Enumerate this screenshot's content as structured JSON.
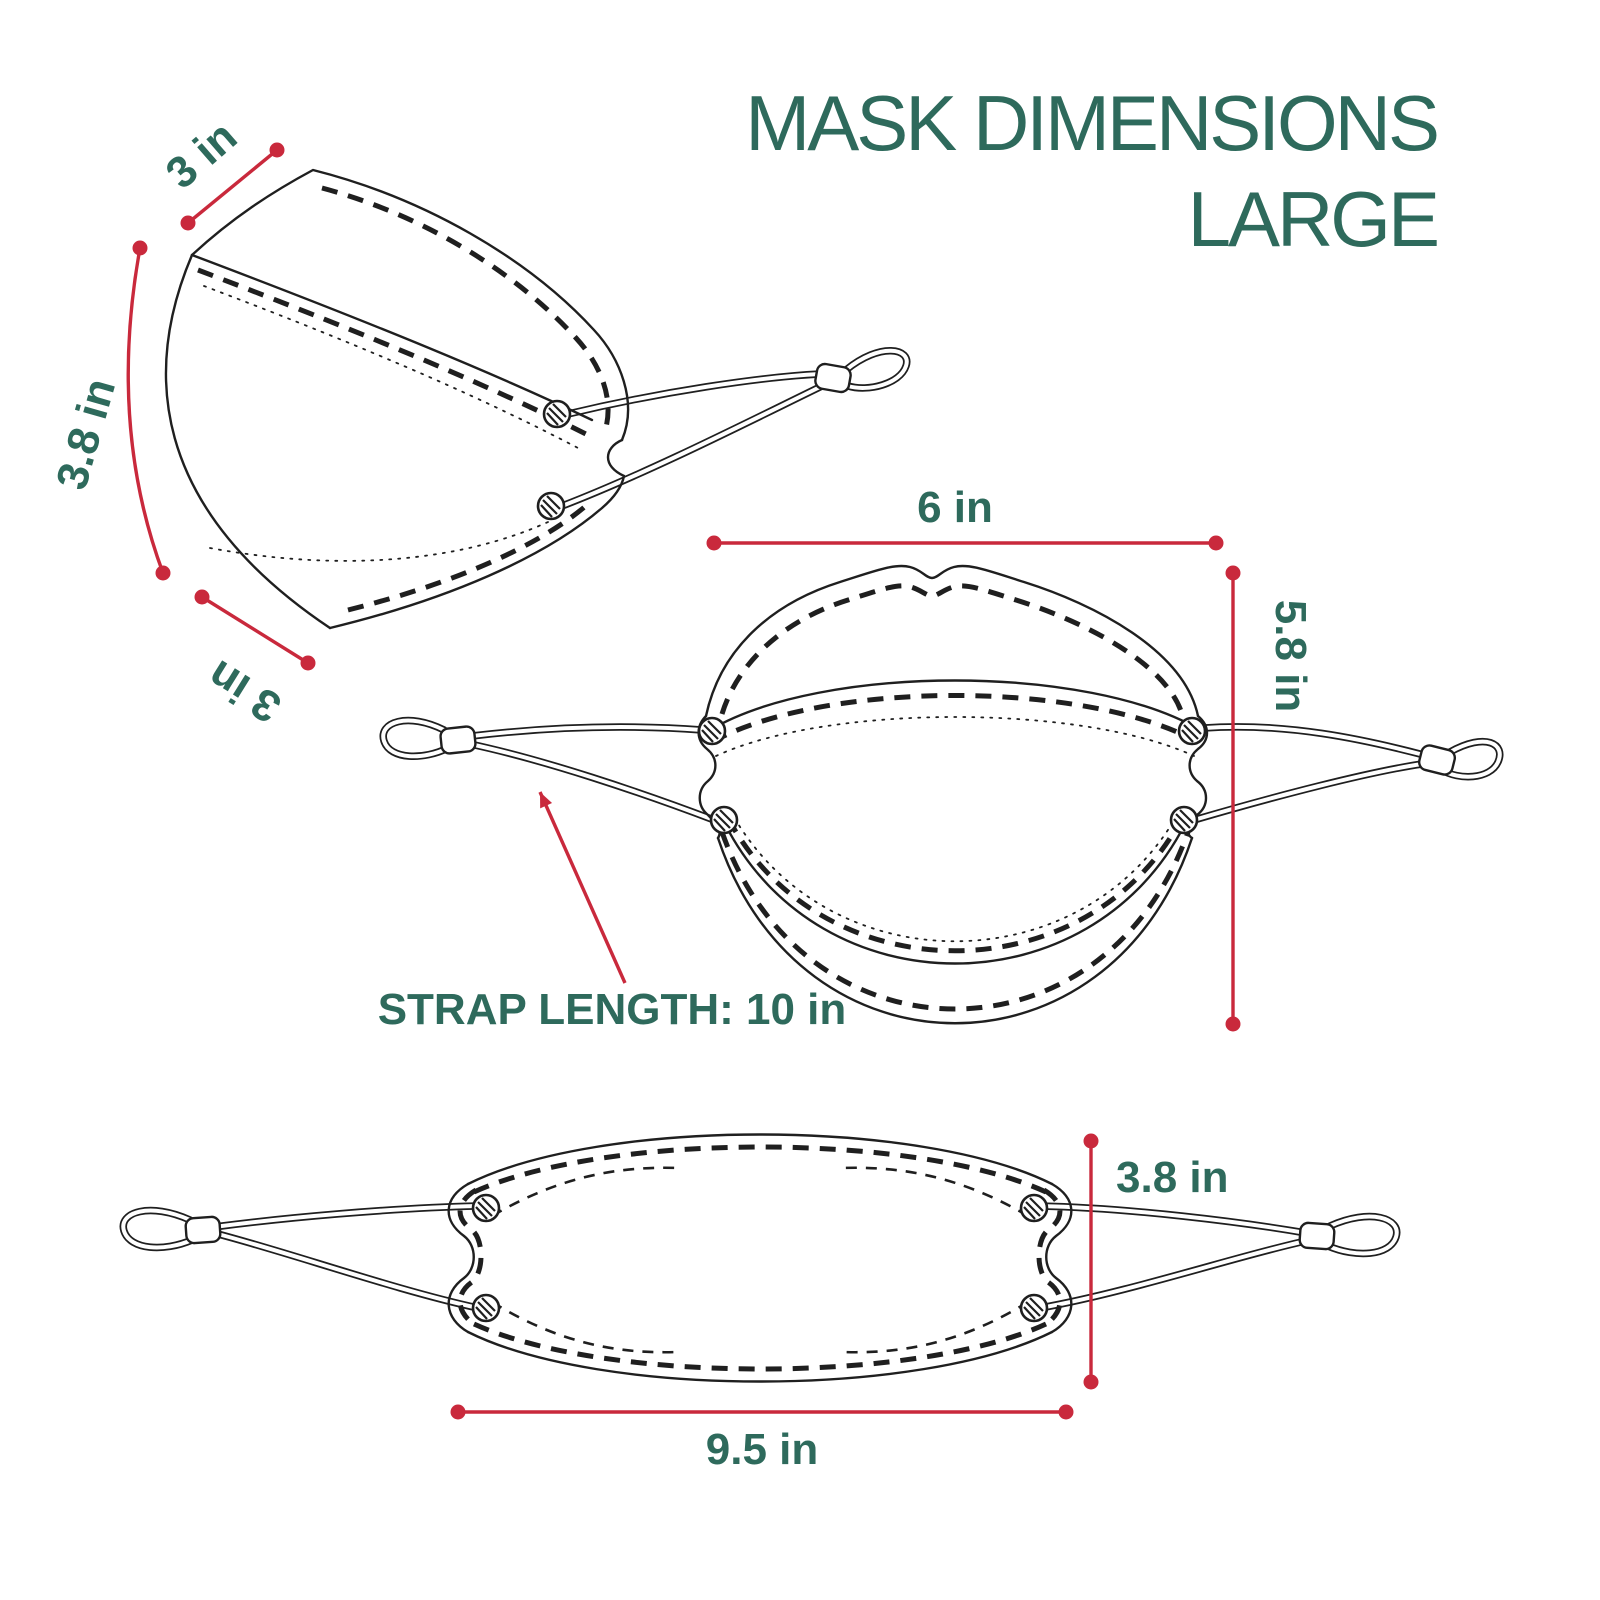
{
  "title": {
    "line1": "MASK DIMENSIONS",
    "line2": "LARGE"
  },
  "colors": {
    "accent": "#c9293c",
    "label": "#2e6a5c",
    "line": "#1f1f1f",
    "background": "#ffffff"
  },
  "views": {
    "side": {
      "label": "side-view-folded-mask",
      "dim_top_edge": "3 in",
      "dim_height": "3.8 in",
      "dim_bottom_edge": "3 in"
    },
    "front": {
      "label": "front-view-open-mask",
      "dim_width": "6 in",
      "dim_height": "5.8 in",
      "strap_note": "STRAP LENGTH: 10 in"
    },
    "flat": {
      "label": "flat-view-folded-mask",
      "dim_height": "3.8 in",
      "dim_width": "9.5 in"
    }
  }
}
